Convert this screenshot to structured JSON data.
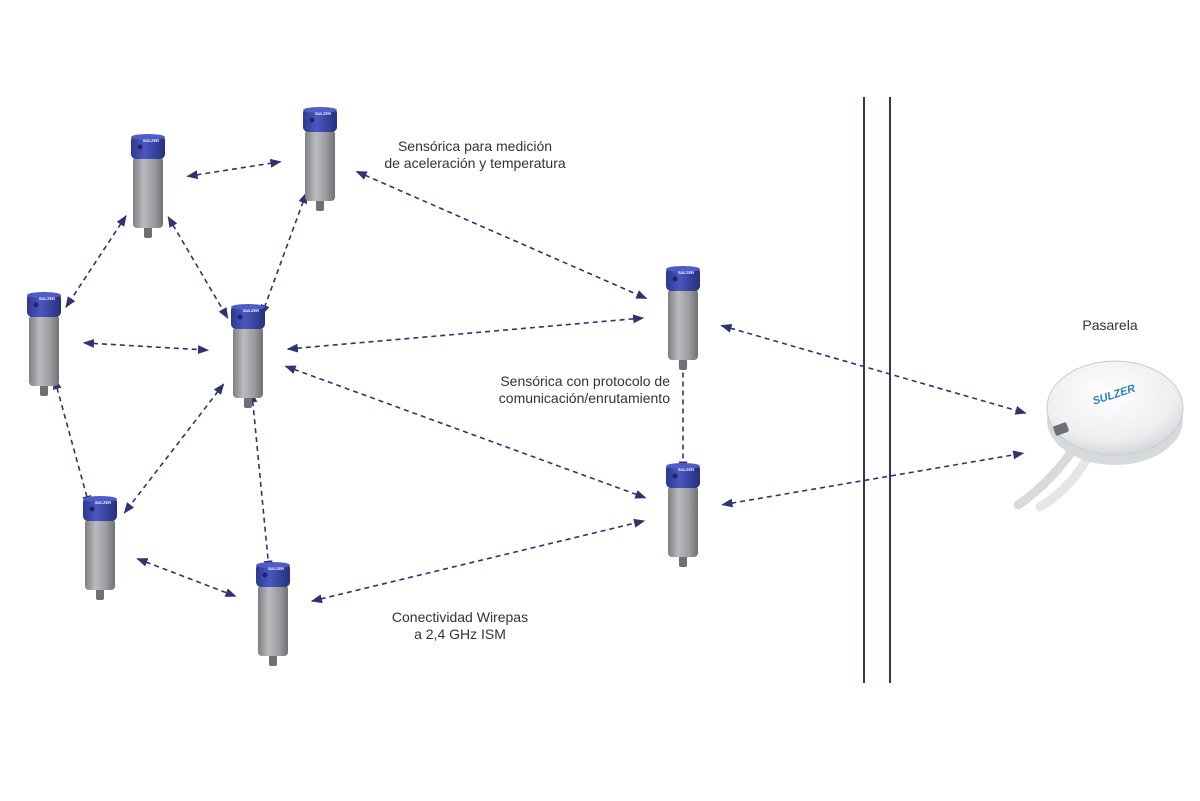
{
  "labels": {
    "top_line1": "Sensórica para medición",
    "top_line2": "de aceleración y temperatura",
    "mid_line1": "Sensórica con protocolo de",
    "mid_line2": "comunicación/enrutamiento",
    "bottom_line1": "Conectividad Wirepas",
    "bottom_line2": "a 2,4 GHz ISM",
    "gateway": "Pasarela"
  },
  "brand": {
    "sensor_logo": "SULZER",
    "gateway_logo": "SULZER"
  },
  "colors": {
    "sensor_cap": "#3a47a8",
    "sensor_body": "#9a9c9e",
    "arrow": "#2e3470",
    "wall": "#2e3470",
    "gateway_logo": "#2a7fc1"
  },
  "nodes": [
    "sensor",
    "sensor",
    "sensor",
    "sensor",
    "sensor",
    "sensor",
    "sensor",
    "sensor",
    "gateway"
  ],
  "links": [
    [
      0,
      1
    ],
    [
      0,
      2
    ],
    [
      0,
      3
    ],
    [
      1,
      3
    ],
    [
      2,
      3
    ],
    [
      2,
      4
    ],
    [
      3,
      4
    ],
    [
      3,
      5
    ],
    [
      4,
      5
    ],
    [
      1,
      6
    ],
    [
      3,
      6
    ],
    [
      3,
      7
    ],
    [
      6,
      7
    ],
    [
      5,
      7
    ],
    [
      6,
      8
    ],
    [
      7,
      8
    ]
  ]
}
